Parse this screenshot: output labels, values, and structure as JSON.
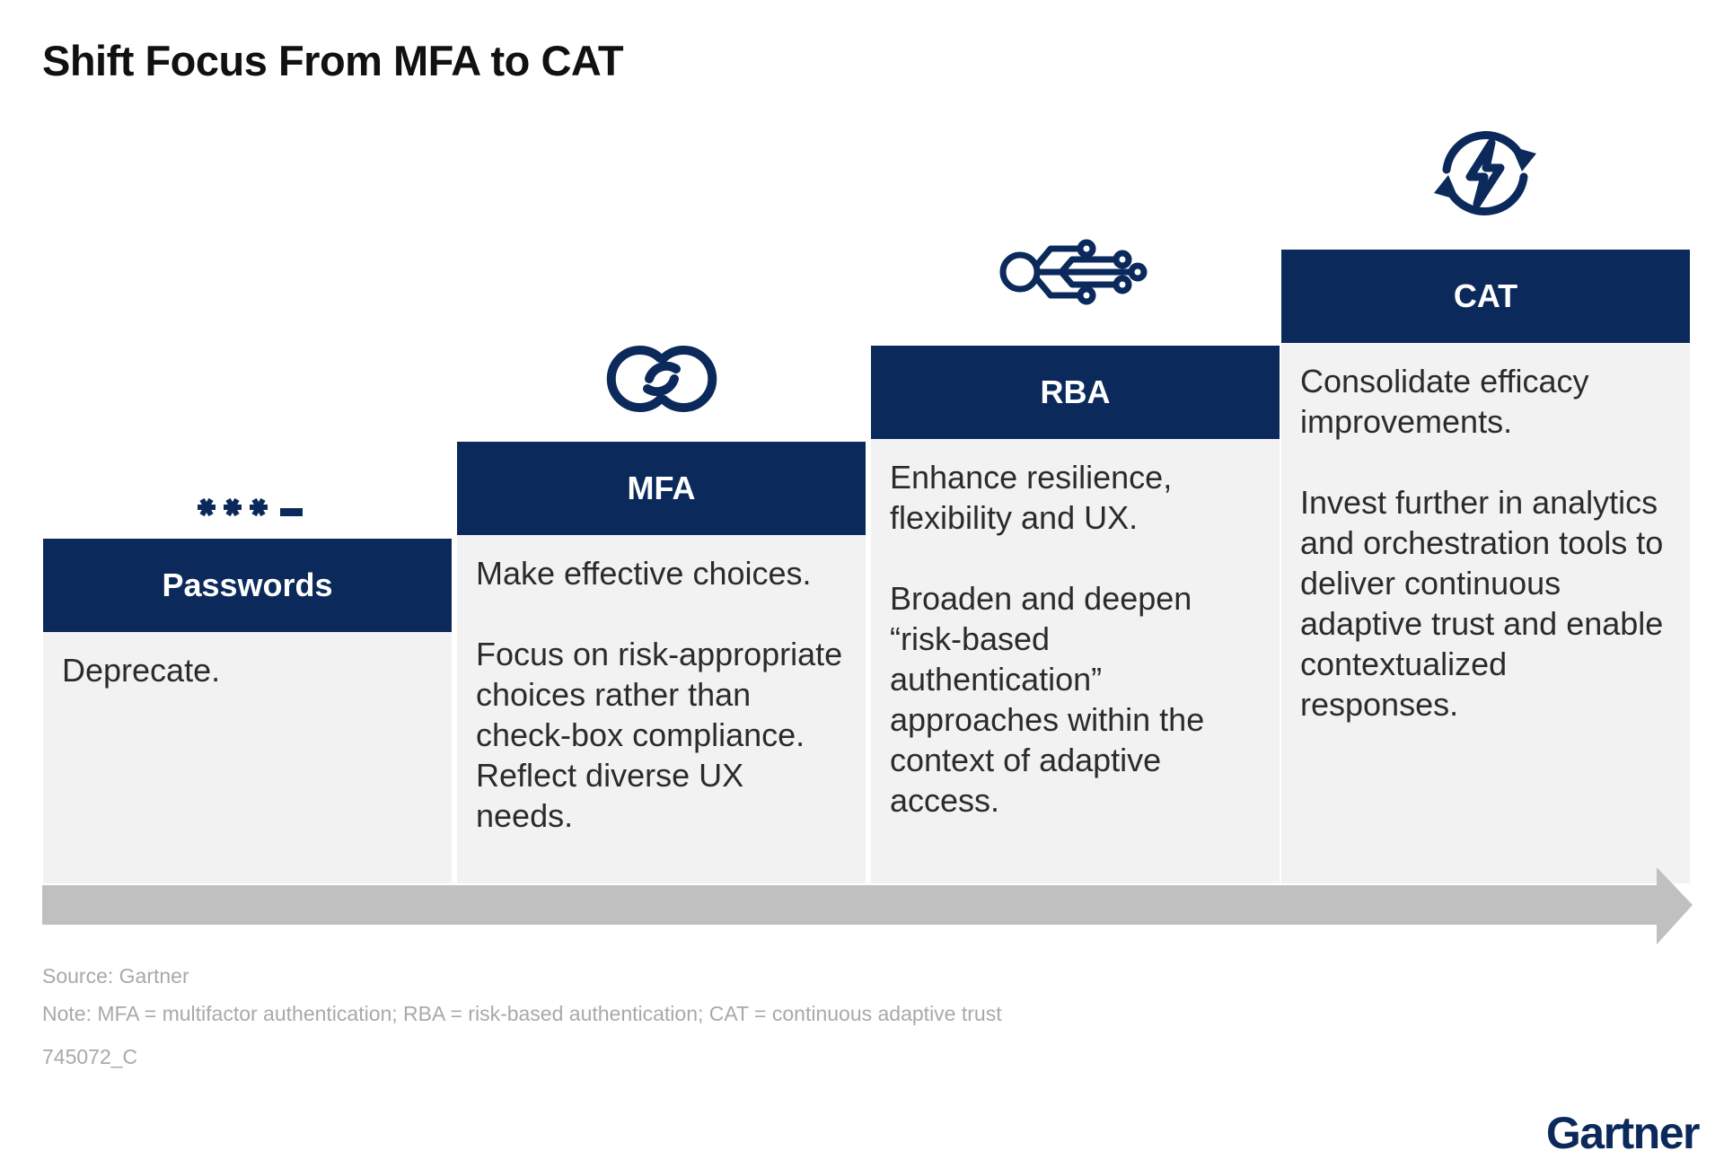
{
  "title": "Shift Focus From MFA to CAT",
  "colors": {
    "header_navy": "#0b2a5b",
    "panel_gray": "#f2f2f2",
    "arrow_gray": "#c0c0c0"
  },
  "stages": [
    {
      "label": "Passwords",
      "icon": "password-mask-icon",
      "paragraphs": [
        "Deprecate."
      ]
    },
    {
      "label": "MFA",
      "icon": "linked-rings-icon",
      "paragraphs": [
        "Make effective choices.",
        "Focus on risk-appropriate choices rather than check-box compliance. Reflect diverse UX needs."
      ]
    },
    {
      "label": "RBA",
      "icon": "circuit-node-icon",
      "paragraphs": [
        "Enhance resilience, flexibility and UX.",
        "Broaden and deepen “risk-based authentication” approaches within the context of adaptive access."
      ]
    },
    {
      "label": "CAT",
      "icon": "refresh-lightning-icon",
      "paragraphs": [
        "Consolidate efficacy improvements.",
        "Invest further in analytics and orchestration tools to deliver continuous adaptive trust and enable contextualized responses."
      ]
    }
  ],
  "footer": {
    "source": "Source: Gartner",
    "note": "Note: MFA = multifactor authentication; RBA = risk-based authentication; CAT = continuous adaptive trust",
    "id": "745072_C",
    "logo": "Gartner"
  }
}
